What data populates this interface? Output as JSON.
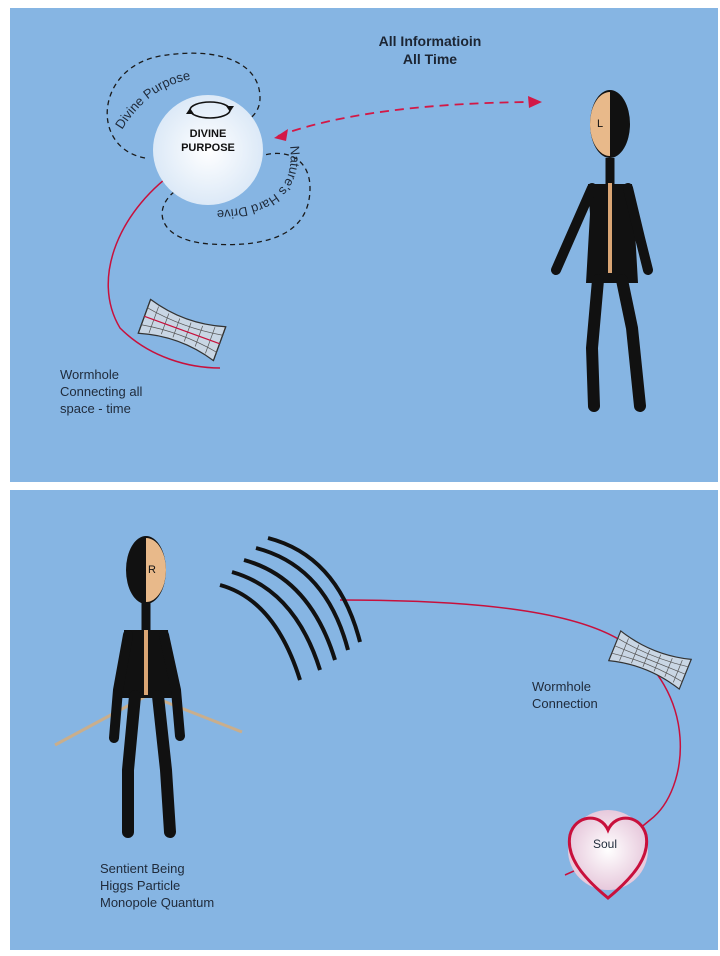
{
  "top_panel": {
    "heading_line1": "All Informatioin",
    "heading_line2": "All Time",
    "sphere_label_line1": "DIVINE",
    "sphere_label_line2": "PURPOSE",
    "arc_label_top": "Divine Purpose",
    "arc_label_bottom": "Nature's Hard Drive",
    "head_letter": "L",
    "wormhole_label": "Wormhole\nConnecting all\nspace - time"
  },
  "bottom_panel": {
    "head_letter": "R",
    "wormhole_label": "Wormhole\nConnection",
    "heart_label": "Soul",
    "being_label": "Sentient Being\nHiggs Particle\nMonopole Quantum"
  },
  "colors": {
    "background": "#86b5e3",
    "figure": "#111111",
    "face": "#e8b98a",
    "spine": "#d9a574",
    "connection_line": "#c8103c",
    "sphere": "#e9f1fa"
  }
}
